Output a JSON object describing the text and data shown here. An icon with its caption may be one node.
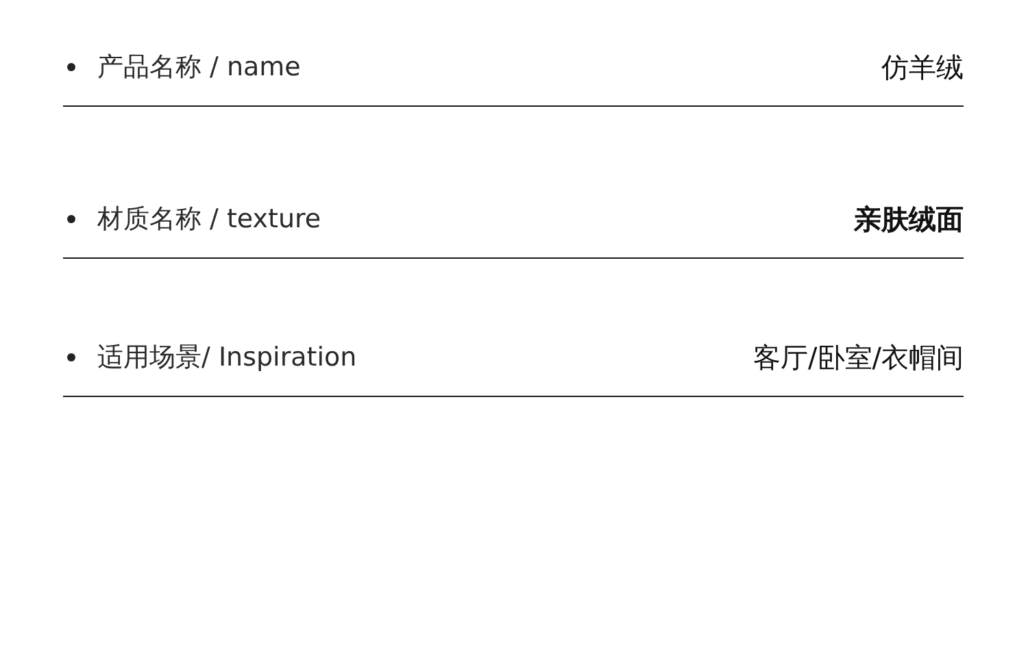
{
  "diagram": {
    "labels": [
      "产品名称 / name",
      "仿羊绒",
      "材质名称 / texture",
      "亲肤绒面",
      "适用场景/ Inspiration",
      "客厅/卧室/衣帽间"
    ]
  }
}
